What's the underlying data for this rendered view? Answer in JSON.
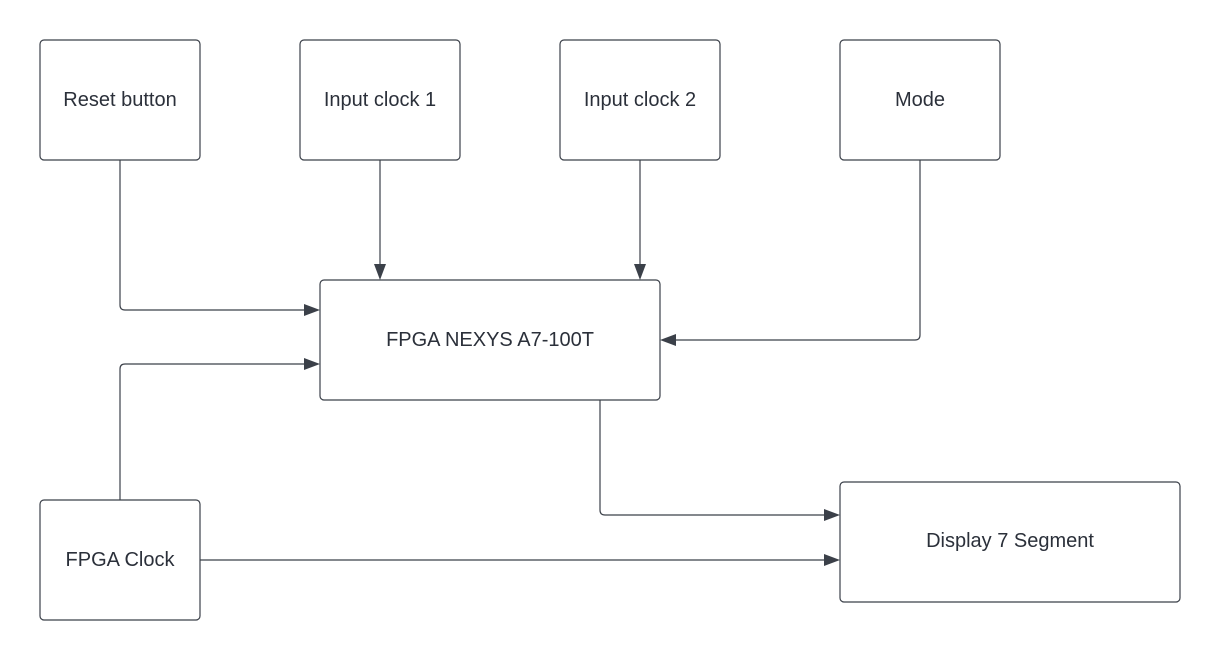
{
  "nodes": {
    "reset_button": {
      "label": "Reset button"
    },
    "input_clock_1": {
      "label": "Input clock 1"
    },
    "input_clock_2": {
      "label": "Input clock 2"
    },
    "mode": {
      "label": "Mode"
    },
    "fpga": {
      "label": "FPGA NEXYS A7-100T"
    },
    "fpga_clock": {
      "label": "FPGA Clock"
    },
    "display": {
      "label": "Display 7 Segment"
    }
  },
  "edges": [
    {
      "from": "reset_button",
      "to": "fpga"
    },
    {
      "from": "input_clock_1",
      "to": "fpga"
    },
    {
      "from": "input_clock_2",
      "to": "fpga"
    },
    {
      "from": "mode",
      "to": "fpga"
    },
    {
      "from": "fpga_clock",
      "to": "fpga"
    },
    {
      "from": "fpga",
      "to": "display"
    },
    {
      "from": "fpga_clock",
      "to": "display"
    }
  ],
  "colors": {
    "stroke": "#3b4049",
    "text": "#2b303a",
    "background": "#ffffff"
  }
}
